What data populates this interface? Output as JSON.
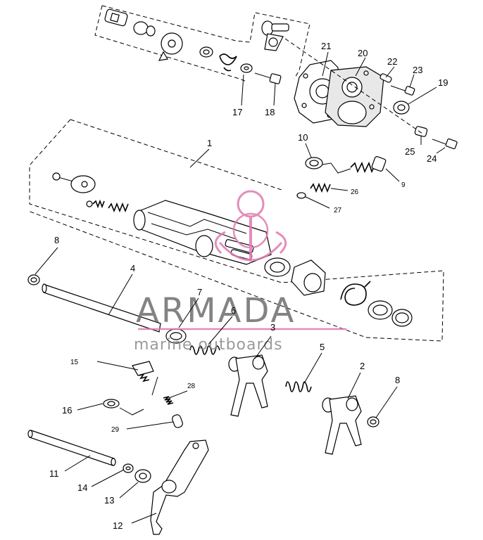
{
  "diagram": {
    "callouts": {
      "c1": "1",
      "c2": "2",
      "c3": "3",
      "c4": "4",
      "c5": "5",
      "c6": "6",
      "c7": "7",
      "c8a": "8",
      "c8b": "8",
      "c9": "9",
      "c10": "10",
      "c11": "11",
      "c12": "12",
      "c13": "13",
      "c14": "14",
      "c15": "15",
      "c16": "16",
      "c17": "17",
      "c18": "18",
      "c19": "19",
      "c20": "20",
      "c21": "21",
      "c22": "22",
      "c23": "23",
      "c24": "24",
      "c25": "25",
      "c26": "26",
      "c27": "27",
      "c28": "28",
      "c29": "29"
    }
  },
  "watermark": {
    "brand": "ARMADA",
    "tagline": "marine outboards",
    "accent_color": "#e07ab0"
  }
}
